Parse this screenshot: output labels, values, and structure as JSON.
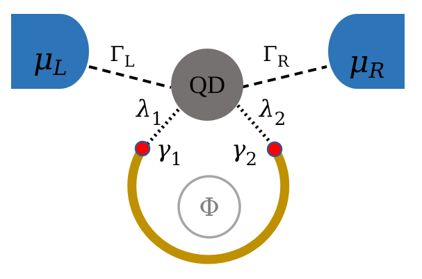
{
  "colors": {
    "lead": "#2e74b8",
    "quantum_dot": "#767171",
    "ring": "#bf9000",
    "majorana_fill": "#ff0000",
    "majorana_stroke": "#2f5597",
    "flux_circle": "#a6a6a6"
  },
  "leads": {
    "left": {
      "symbol": "μ",
      "subscript": "L"
    },
    "right": {
      "symbol": "μ",
      "subscript": "R"
    }
  },
  "couplings": {
    "left": {
      "symbol": "Γ",
      "subscript": "L"
    },
    "right": {
      "symbol": "Γ",
      "subscript": "R"
    }
  },
  "quantum_dot": {
    "label": "QD"
  },
  "dot_majorana": {
    "lambda1": {
      "symbol": "λ",
      "subscript": "1"
    },
    "lambda2": {
      "symbol": "λ",
      "subscript": "2"
    }
  },
  "majoranas": {
    "gamma1": {
      "symbol": "γ",
      "subscript": "1"
    },
    "gamma2": {
      "symbol": "γ",
      "subscript": "2"
    }
  },
  "flux": {
    "symbol": "Φ"
  }
}
